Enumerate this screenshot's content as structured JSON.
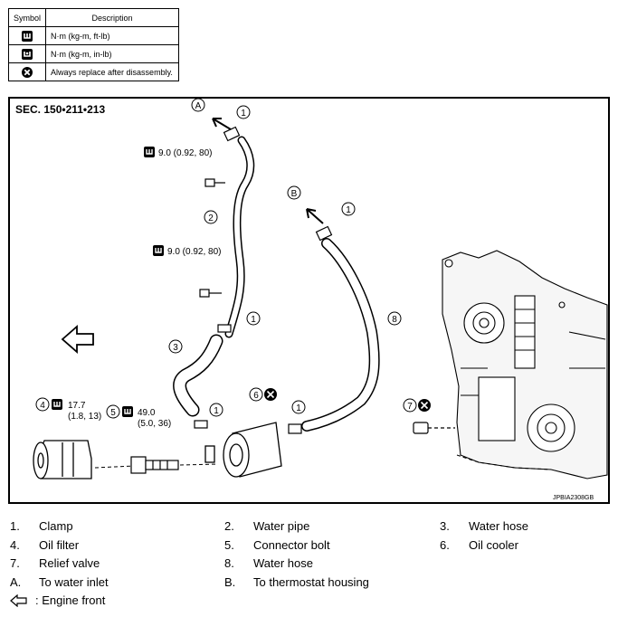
{
  "symbol_table": {
    "headers": {
      "symbol": "Symbol",
      "description": "Description"
    },
    "rows": [
      {
        "icon": "torque-ftlb-icon",
        "text": "N·m (kg-m, ft-lb)"
      },
      {
        "icon": "torque-inlb-icon",
        "text": "N·m (kg-m, in-lb)"
      },
      {
        "icon": "replace-icon",
        "text": "Always replace after disassembly."
      }
    ]
  },
  "diagram": {
    "section": "SEC. 150•211•213",
    "code": "JPBIA2308GB",
    "torque_1": "9.0 (0.92, 80)",
    "torque_2": "9.0 (0.92, 80)",
    "torque_4a": "17.7",
    "torque_4b": "(1.8, 13)",
    "torque_5a": "49.0",
    "torque_5b": "(5.0, 36)",
    "callouts": {
      "n1": "1",
      "n2": "2",
      "n3": "3",
      "n4": "4",
      "n5": "5",
      "n6": "6",
      "n7": "7",
      "n8": "8",
      "a": "A",
      "b": "B"
    }
  },
  "legend": {
    "items": [
      {
        "key": "1.",
        "label": "Clamp"
      },
      {
        "key": "2.",
        "label": "Water pipe"
      },
      {
        "key": "3.",
        "label": "Water hose"
      },
      {
        "key": "4.",
        "label": "Oil filter"
      },
      {
        "key": "5.",
        "label": "Connector bolt"
      },
      {
        "key": "6.",
        "label": "Oil cooler"
      },
      {
        "key": "7.",
        "label": "Relief valve"
      },
      {
        "key": "8.",
        "label": "Water hose"
      },
      {
        "key": "A.",
        "label": "To water inlet"
      },
      {
        "key": "B.",
        "label": "To thermostat housing"
      }
    ],
    "engine_front": ": Engine front"
  }
}
